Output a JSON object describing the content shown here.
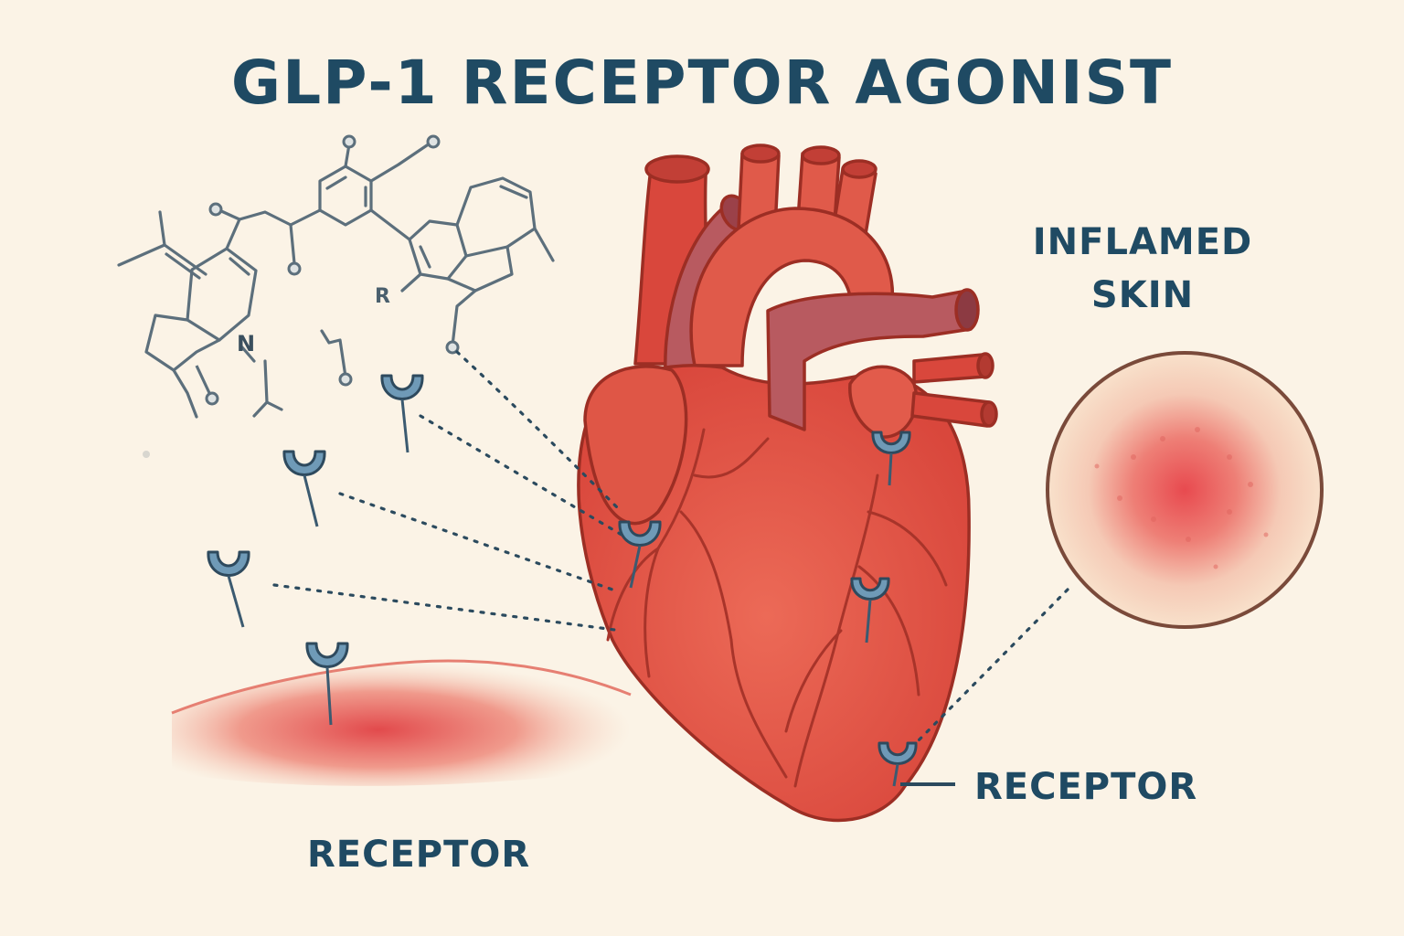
{
  "title": "GLP-1 RECEPTOR AGONIST",
  "inflamed_skin_label": [
    "INFLAMED",
    "SKIN"
  ],
  "receptor_label_right": "RECEPTOR",
  "receptor_label_left": "RECEPTOR",
  "molecule": {
    "r_group": "R",
    "n_atom": "N"
  },
  "colors": {
    "background": "#fbf3e6",
    "heart": "#e3594a",
    "heart_outline": "#9c2e24",
    "vessel_dark": "#b85a60",
    "receptor": "#6f9ab7",
    "text": "#1f4a63"
  }
}
